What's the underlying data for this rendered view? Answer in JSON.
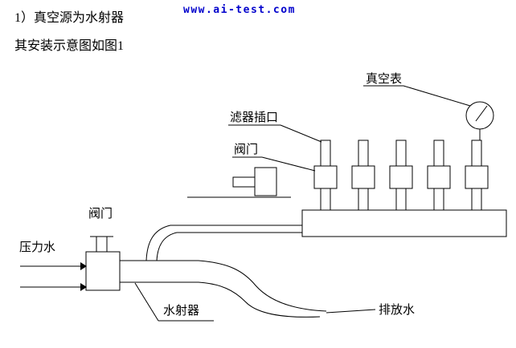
{
  "header": {
    "line1": "1）真空源为水射器",
    "line2": "其安装示意图如图1",
    "watermark": "www.ai-test.com"
  },
  "diagram": {
    "labels": {
      "vacuum_gauge": "真空表",
      "filter_port": "滤器插口",
      "manifold_valve": "阀门",
      "inlet_valve": "阀门",
      "pressure_water": "压力水",
      "water_ejector": "水射器",
      "discharge_water": "排放水"
    }
  },
  "colors": {
    "diagram_line": "#000000",
    "text": "#000000",
    "watermark_blue": "#0000cc",
    "background": "#ffffff"
  }
}
